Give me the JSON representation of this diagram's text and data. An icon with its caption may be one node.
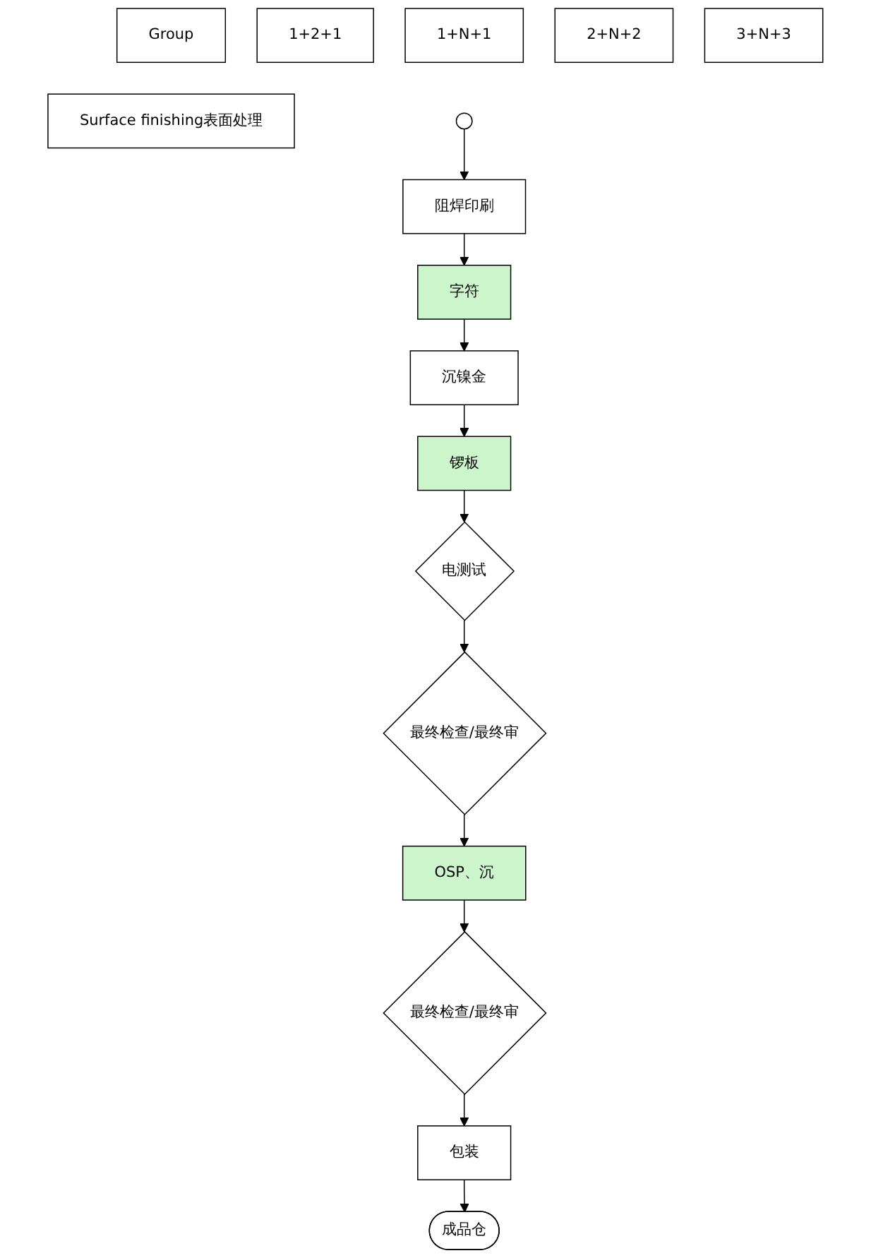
{
  "diagram": {
    "nodes": [
      {
        "text": [
          "Group"
        ]
      },
      {
        "text": [
          "1+2+1"
        ]
      },
      {
        "text": [
          "1+N+1"
        ]
      },
      {
        "text": [
          "2+N+2"
        ]
      },
      {
        "text": [
          "3+N+3"
        ]
      },
      {
        "text": [
          "Surface finishing表面处理"
        ]
      },
      {
        "text": [],
        "shape": "circle"
      },
      {
        "text": [
          "阻焊印刷"
        ]
      },
      {
        "text": [
          "字符"
        ]
      },
      {
        "text": [
          "沉镍金"
        ]
      },
      {
        "text": [
          "锣板"
        ]
      },
      {
        "text": [
          "电测试"
        ]
      },
      {
        "text": [
          "最终检查/最终审"
        ]
      },
      {
        "text": [
          "OSP、沉"
        ]
      },
      {
        "text": [
          "最终检查/最终审"
        ]
      },
      {
        "text": [
          "包装"
        ]
      },
      {
        "text": [
          "成品仓"
        ]
      }
    ],
    "edges": [
      {
        "from": 6,
        "to": 7,
        "arrow": "to"
      },
      {
        "from": 7,
        "to": 8,
        "arrow": "to"
      },
      {
        "from": 8,
        "to": 9,
        "arrow": "to"
      },
      {
        "from": 9,
        "to": 10,
        "arrow": "to"
      },
      {
        "from": 10,
        "to": 11,
        "arrow": "to"
      },
      {
        "from": 11,
        "to": 12,
        "arrow": "to"
      },
      {
        "from": 12,
        "to": 13,
        "arrow": "to"
      },
      {
        "from": 13,
        "to": 14,
        "arrow": "to"
      },
      {
        "from": 14,
        "to": 15,
        "arrow": "to"
      },
      {
        "from": 15,
        "to": 16,
        "arrow": "to"
      }
    ]
  }
}
